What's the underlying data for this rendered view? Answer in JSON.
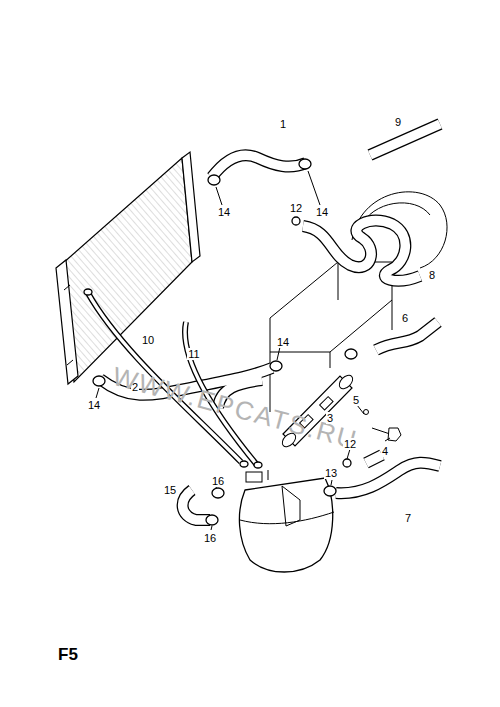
{
  "diagram": {
    "labels": [
      "9",
      "1",
      "14",
      "14",
      "12",
      "8",
      "6",
      "10",
      "11",
      "14",
      "2",
      "14",
      "WWW.EPCATS.RU",
      "3",
      "5",
      "4",
      "12",
      "13",
      "16",
      "15",
      "7",
      "16",
      "F5"
    ]
  }
}
